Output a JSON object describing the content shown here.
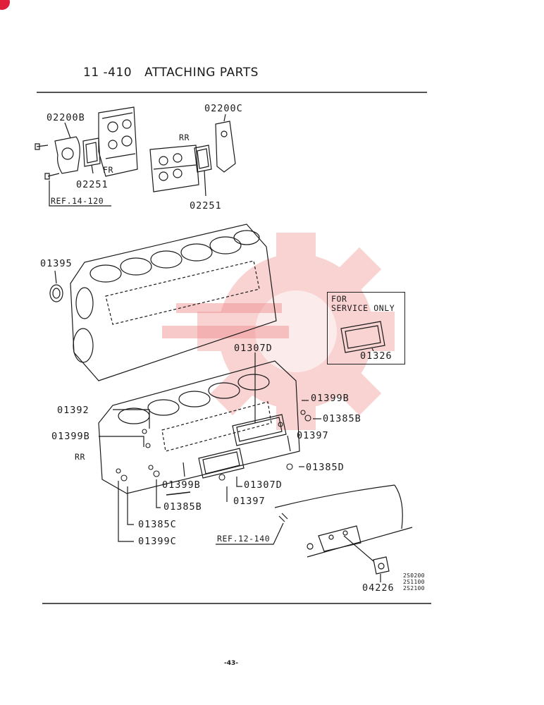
{
  "page_title": {
    "number": "11 -410",
    "text": "ATTACHING PARTS"
  },
  "labels": {
    "p02200B": "02200B",
    "p02200C": "02200C",
    "rr_top": "RR",
    "fr": "FR",
    "p02251_left": "02251",
    "p02251_right": "02251",
    "ref_14_120": "REF.14-120",
    "p01395": "01395",
    "p01307D_top": "01307D",
    "p01392": "01392",
    "p01399B_left": "01399B",
    "rr_mid": "RR",
    "p01399B_right": "01399B",
    "p01385B_right": "01385B",
    "p01397_right": "01397",
    "p01385D": "01385D",
    "p01399B_bottom": "01399B",
    "p01307D_bottom": "01307D",
    "p01385B_bottom": "01385B",
    "p01397_bottom": "01397",
    "p01385C": "01385C",
    "p01399C": "01399C",
    "ref_12_140": "REF.12-140",
    "p04226": "04226",
    "serial_1": "2S0200",
    "serial_2": "2S1100",
    "serial_3": "2S2100"
  },
  "service_box": {
    "title_line1": "FOR",
    "title_line2": "SERVICE ONLY",
    "part": "01326"
  },
  "page_number": "-43-",
  "watermark_color": "#f3b3b3",
  "line_color": "#1a1a1a"
}
